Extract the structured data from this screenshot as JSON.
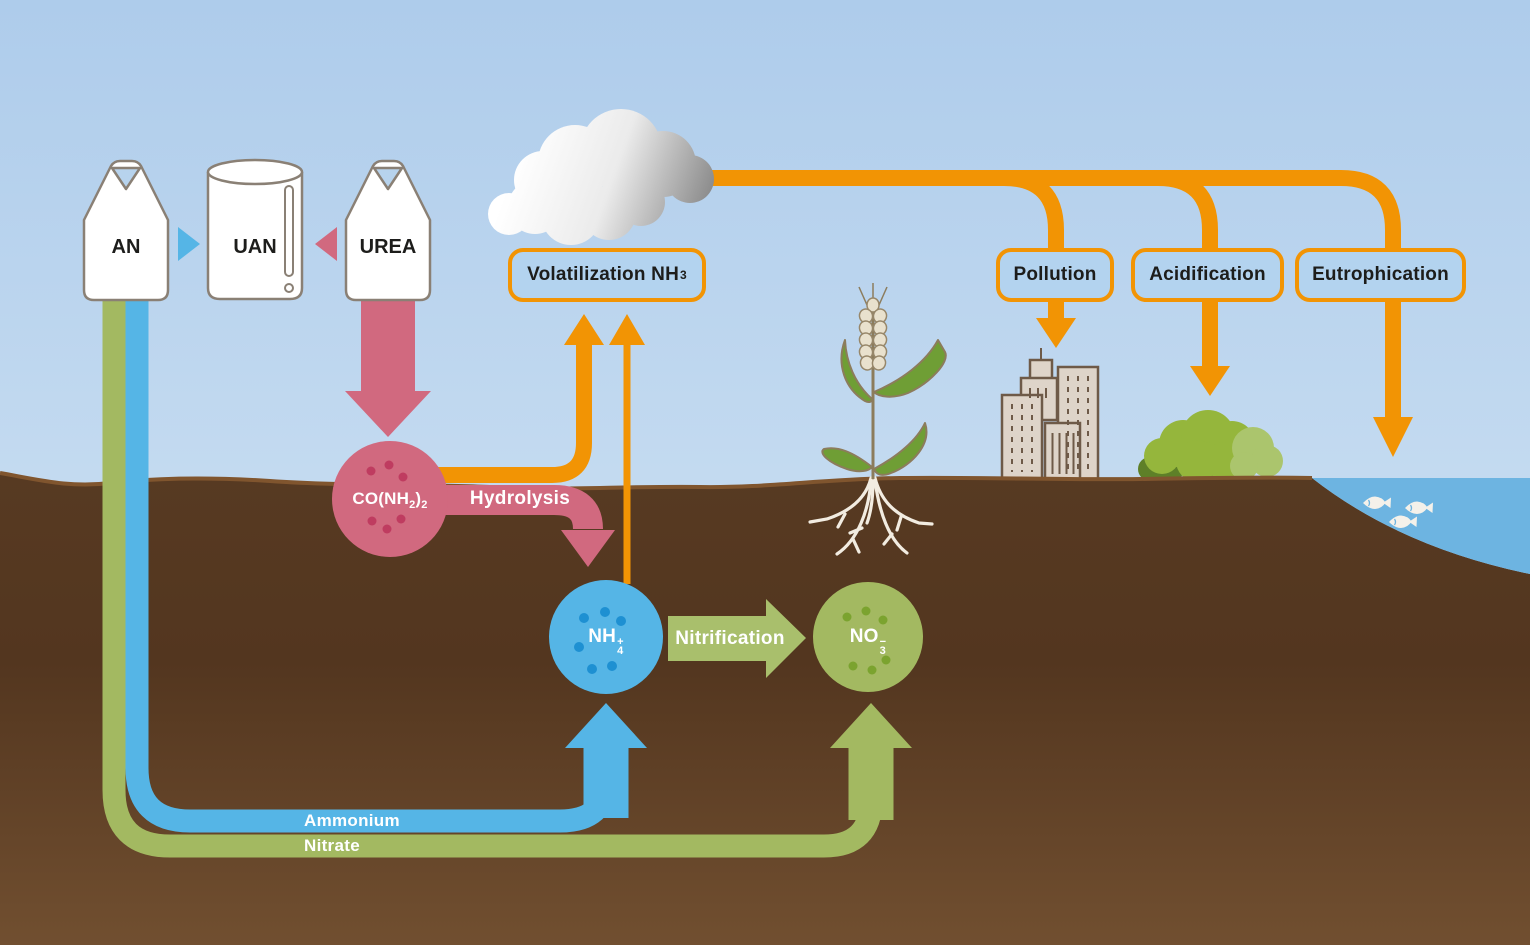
{
  "fertilizers": {
    "an": "AN",
    "uan": "UAN",
    "urea": "UREA"
  },
  "process_labels": {
    "volatilization": {
      "text": "Volatilization NH",
      "subscript": "3"
    },
    "hydrolysis": "Hydrolysis",
    "nitrification": "Nitrification"
  },
  "impact_labels": {
    "pollution": "Pollution",
    "acidification": "Acidification",
    "eutrophication": "Eutrophication"
  },
  "molecules": {
    "urea_formula": {
      "part1": "CO(NH",
      "sub1": "2",
      "part2": ")",
      "sub2": "2"
    },
    "ammonium_ion": {
      "base": "NH",
      "sub": "4",
      "sup": "+"
    },
    "nitrate_ion": {
      "base": "NO",
      "sub": "3",
      "sup": "−"
    }
  },
  "pipe_labels": {
    "ammonium": "Ammonium",
    "nitrate": "Nitrate"
  },
  "colors": {
    "orange": "#F29404",
    "pink": "#D1697F",
    "pink_dark": "#BF3C60",
    "blue": "#55B5E6",
    "blue_dark": "#1E90D2",
    "green": "#A3B961",
    "green_dark": "#7BA32F",
    "soil_top": "#573A22",
    "soil_bottom": "#714F30",
    "soil_edge": "#80552E",
    "sky_top": "#AECCEB",
    "sky_bottom": "#D2E3F5",
    "water": "#6DB4E1",
    "label_box_fill": "#B3D3EF",
    "label_text": "#1D1D1B"
  }
}
